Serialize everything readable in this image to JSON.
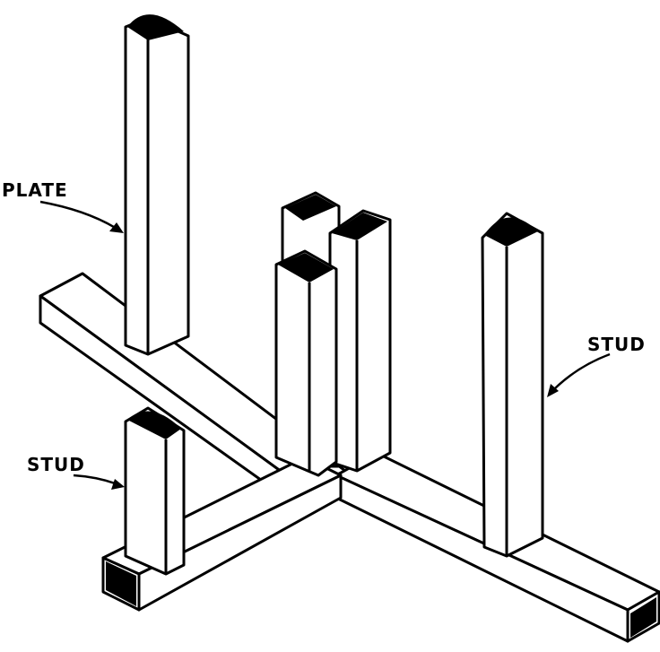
{
  "labels": {
    "plate": "PLATE",
    "stud_left": "STUD",
    "stud_right": "STUD"
  },
  "colors": {
    "ink": "#000000",
    "paper": "#ffffff"
  }
}
